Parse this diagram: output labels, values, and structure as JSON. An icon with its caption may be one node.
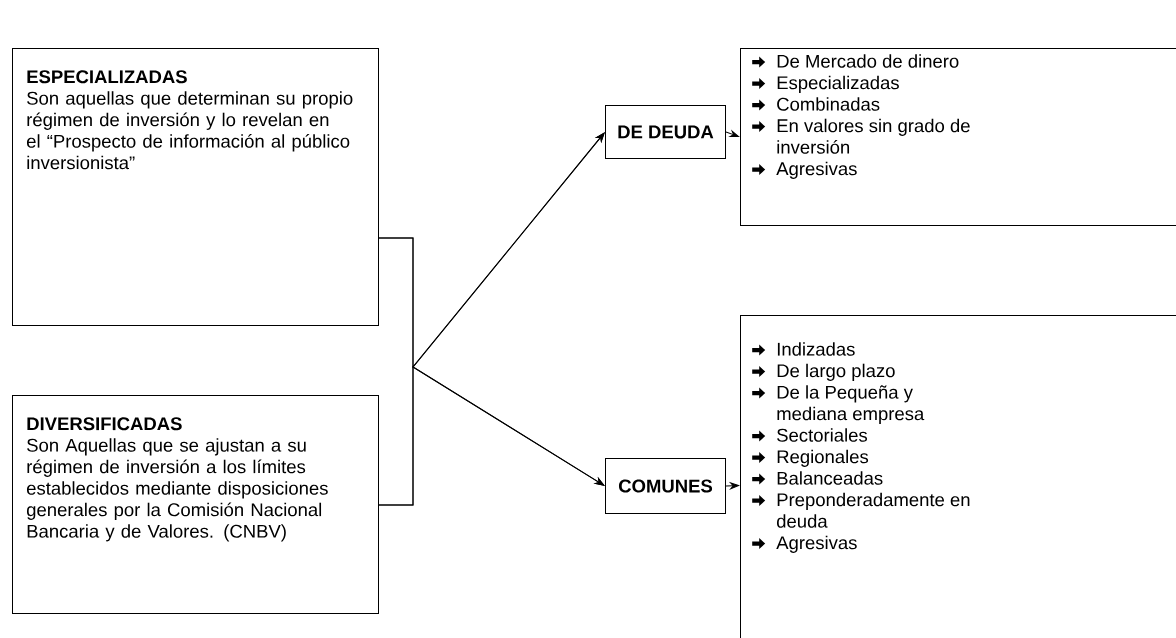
{
  "diagram": {
    "nodes": [
      {
        "text": [
          "ESPECIALIZADAS",
          "Son aquellas que determinan su propio régimen de inversión y lo revelan en el “Prospecto de información al público inversionista”"
        ]
      },
      {
        "text": [
          "DIVERSIFICADAS",
          "Son Aquellas que se ajustan a su régimen de inversión a los límites establecidos mediante disposiciones generales por la Comisión Nacional Bancaria y de Valores. (CNBV)"
        ]
      },
      {
        "text": [
          "DE DEUDA"
        ]
      },
      {
        "text": [
          "COMUNES"
        ]
      },
      {
        "text": [
          "De Mercado de dinero",
          "Especializadas",
          "Combinadas",
          "En valores sin grado de inversión",
          "Agresivas"
        ]
      },
      {
        "text": [
          "Indizadas",
          "De largo plazo",
          "De la Pequeña y mediana empresa",
          "Sectoriales",
          "Regionales",
          "Balanceadas",
          "Preponderadamente en deuda",
          "Agresivas"
        ]
      }
    ],
    "edges": [
      {
        "from": 0,
        "to": 2,
        "arrow": "to"
      },
      {
        "from": 0,
        "to": 3,
        "arrow": "to"
      },
      {
        "from": 1,
        "to": 2,
        "arrow": "to"
      },
      {
        "from": 1,
        "to": 3,
        "arrow": "to"
      },
      {
        "from": 2,
        "to": 4,
        "arrow": "to"
      },
      {
        "from": 3,
        "to": 5,
        "arrow": "to"
      }
    ]
  }
}
